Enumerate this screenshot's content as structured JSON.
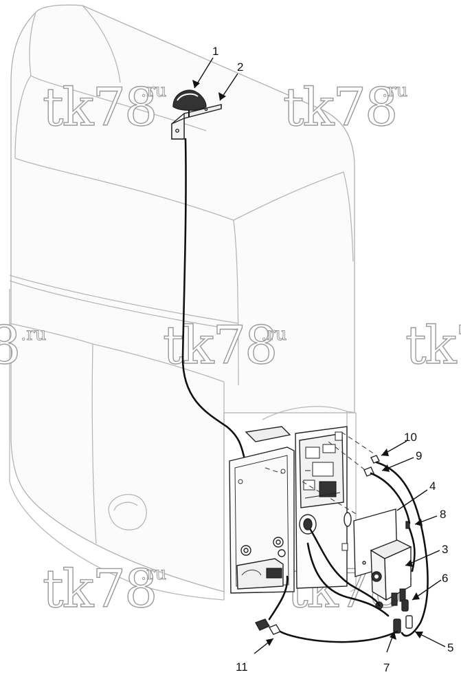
{
  "callouts": [
    {
      "id": "1",
      "label": "1"
    },
    {
      "id": "2",
      "label": "2"
    },
    {
      "id": "3",
      "label": "3"
    },
    {
      "id": "4",
      "label": "4"
    },
    {
      "id": "5",
      "label": "5"
    },
    {
      "id": "6",
      "label": "6"
    },
    {
      "id": "7",
      "label": "7"
    },
    {
      "id": "8",
      "label": "8"
    },
    {
      "id": "9",
      "label": "9"
    },
    {
      "id": "10",
      "label": "10"
    },
    {
      "id": "11",
      "label": "11"
    }
  ],
  "watermark": {
    "main": "tk78",
    "suffix": ".ru",
    "partial_left": "8",
    "partial_right": "tk7"
  },
  "colors": {
    "line_art": "#222222",
    "shell_outline": "#b7b7b7",
    "watermark_outline": "#9a9a9a"
  }
}
